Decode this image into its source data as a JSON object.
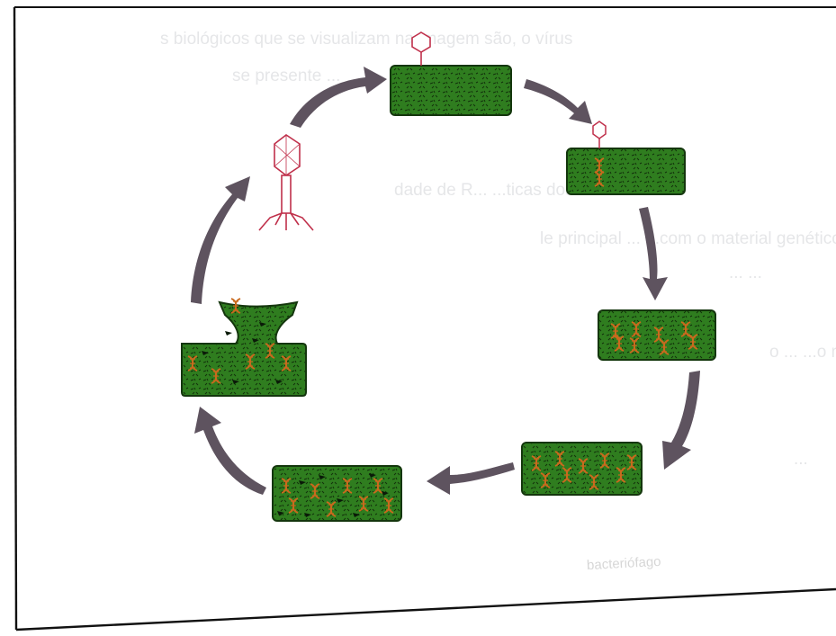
{
  "colors": {
    "cell_fill": "#2f7d1f",
    "cell_border": "#14360d",
    "dna": "#c96a1e",
    "arrow": "#5e535f",
    "phage": "#c0304b",
    "frame": "#111111"
  },
  "diagram": {
    "type": "lytic-cycle",
    "stages": [
      {
        "id": "attachment",
        "icon": "phage-head-on-cell-icon"
      },
      {
        "id": "injection",
        "icon": "phage-injecting-dna-icon"
      },
      {
        "id": "replication",
        "icon": "viral-dna-copies-icon"
      },
      {
        "id": "synthesis",
        "icon": "viral-dna-copies-icon"
      },
      {
        "id": "assembly",
        "icon": "viral-parts-icon"
      },
      {
        "id": "lysis",
        "icon": "burst-cell-icon"
      },
      {
        "id": "free-phage",
        "icon": "bacteriophage-icon"
      }
    ]
  },
  "bleed_text": {
    "line1": "s biológicos que se visualizam na imagem são, o vírus",
    "line2": "se presente ...",
    "line3": "dade de R...                               ...ticas dos vírus",
    "line4": "le principal ...                 ...com o material genético ...",
    "line5": "...                                                          ...",
    "line6": "o ...                   ...o material genético",
    "line7": "...",
    "line8": "bacteriófago"
  }
}
